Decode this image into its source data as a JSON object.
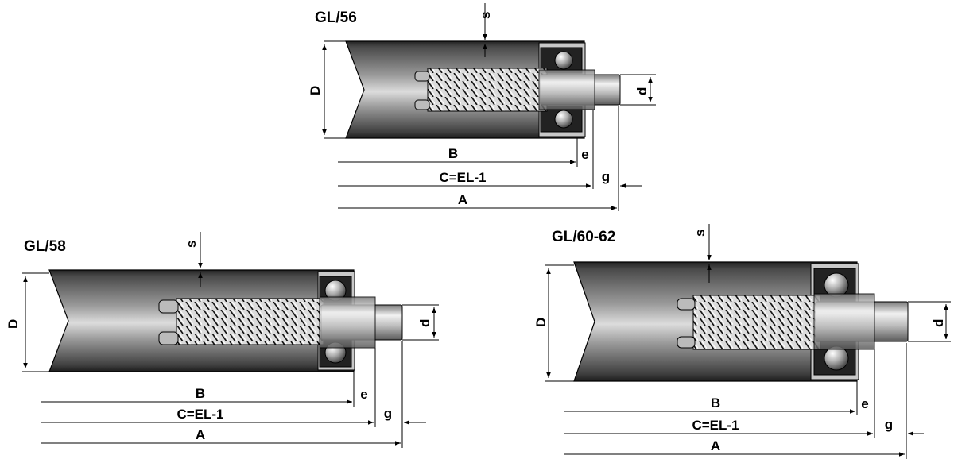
{
  "diagrams": [
    {
      "title": "GL/56",
      "labels": {
        "D": "D",
        "d": "d",
        "s": "s",
        "B": "B",
        "C": "C=EL-1",
        "A": "A",
        "e": "e",
        "g": "g"
      }
    },
    {
      "title": "GL/58",
      "labels": {
        "D": "D",
        "d": "d",
        "s": "s",
        "B": "B",
        "C": "C=EL-1",
        "A": "A",
        "e": "e",
        "g": "g"
      }
    },
    {
      "title": "GL/60-62",
      "labels": {
        "D": "D",
        "d": "d",
        "s": "s",
        "B": "B",
        "C": "C=EL-1",
        "A": "A",
        "e": "e",
        "g": "g"
      }
    }
  ],
  "colors": {
    "tube_light": "#d6d6d6",
    "tube_mid": "#8a8a8a",
    "tube_dark": "#3a3a3a",
    "shaft": "#e8e8e8",
    "outline": "#000000"
  }
}
